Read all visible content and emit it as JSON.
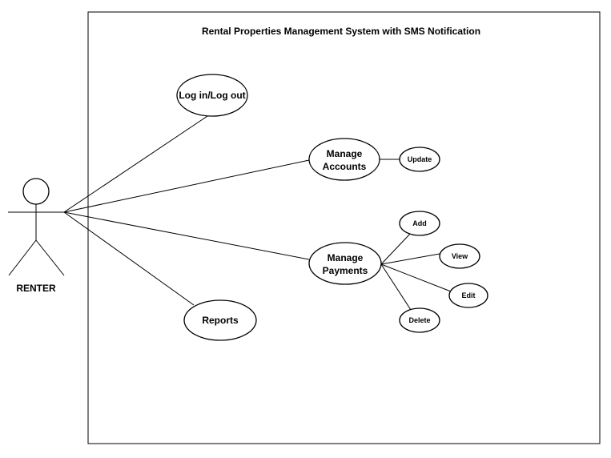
{
  "diagram": {
    "type": "use-case-diagram",
    "system_title": "Rental Properties Management System with SMS Notification",
    "actor": {
      "label": "RENTER"
    },
    "use_cases": {
      "login": "Log in/Log out",
      "manage_accounts_line1": "Manage",
      "manage_accounts_line2": "Accounts",
      "update": "Update",
      "manage_payments_line1": "Manage",
      "manage_payments_line2": "Payments",
      "add": "Add",
      "view": "View",
      "edit": "Edit",
      "delete": "Delete",
      "reports": "Reports"
    },
    "associations": [
      [
        "RENTER",
        "Log in/Log out"
      ],
      [
        "RENTER",
        "Manage Accounts"
      ],
      [
        "RENTER",
        "Manage Payments"
      ],
      [
        "RENTER",
        "Reports"
      ],
      [
        "Manage Accounts",
        "Update"
      ],
      [
        "Manage Payments",
        "Add"
      ],
      [
        "Manage Payments",
        "View"
      ],
      [
        "Manage Payments",
        "Edit"
      ],
      [
        "Manage Payments",
        "Delete"
      ]
    ],
    "colors": {
      "stroke": "#000000",
      "fill": "#ffffff",
      "background": "#ffffff"
    }
  }
}
